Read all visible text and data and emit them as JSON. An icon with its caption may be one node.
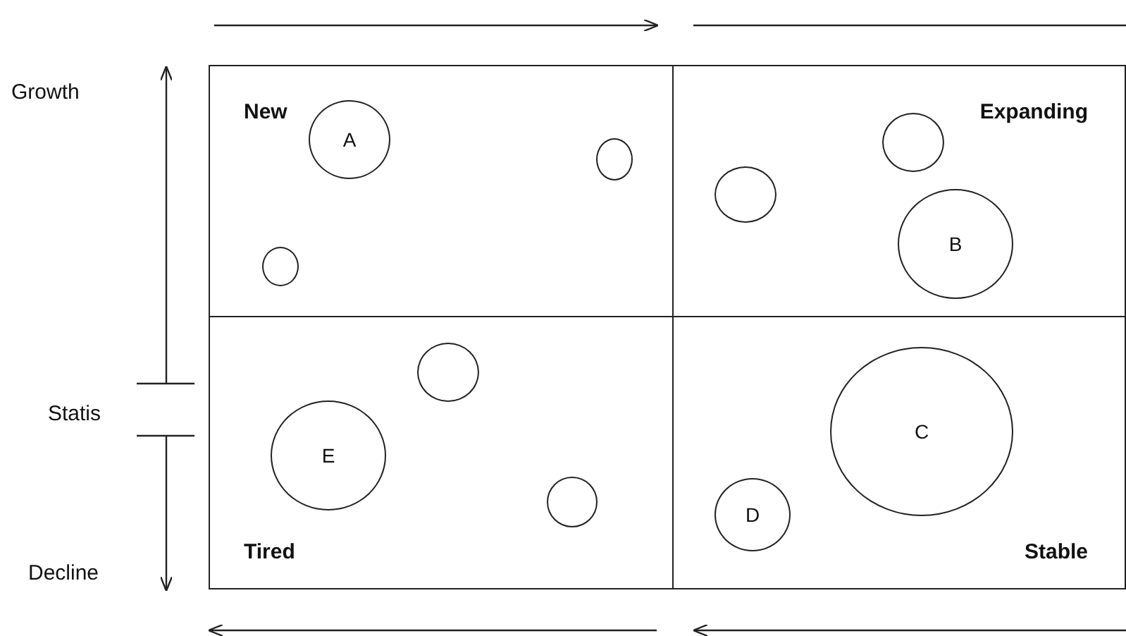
{
  "diagram": {
    "nodes": [
      {
        "text": [
          "New"
        ]
      },
      {
        "text": [
          "A"
        ],
        "in": 0
      },
      {
        "text": [],
        "shape": "circle",
        "in": 0
      },
      {
        "text": [],
        "shape": "circle",
        "in": 0
      },
      {
        "text": [
          "Expanding"
        ]
      },
      {
        "text": [],
        "shape": "circle",
        "in": 4
      },
      {
        "text": [],
        "shape": "circle",
        "in": 4
      },
      {
        "text": [
          "B"
        ],
        "in": 4
      },
      {
        "text": [
          "Tired"
        ]
      },
      {
        "text": [],
        "shape": "circle",
        "in": 8
      },
      {
        "text": [
          "E"
        ],
        "in": 8
      },
      {
        "text": [],
        "shape": "circle",
        "in": 8
      },
      {
        "text": [
          "Stable"
        ]
      },
      {
        "text": [
          "C"
        ],
        "in": 12
      },
      {
        "text": [
          "D"
        ],
        "in": 12
      }
    ],
    "edges": [],
    "labels": [
      "Growth",
      "Statis",
      "Decline"
    ]
  }
}
